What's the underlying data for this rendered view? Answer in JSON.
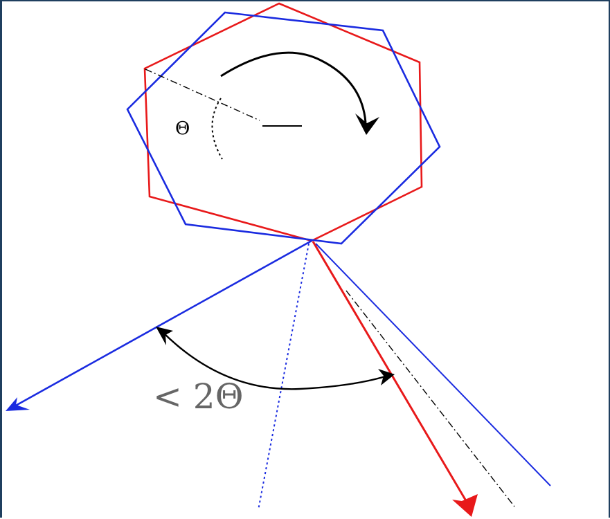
{
  "diagram": {
    "theta_label": "Θ",
    "angle_label": "< 2Θ",
    "colors": {
      "original": "#e8191a",
      "rotated": "#1a2be0",
      "annotation": "#000000",
      "label_gray": "#666666"
    },
    "shapes": [
      {
        "name": "original-hexagon",
        "color": "original",
        "shape": "hexagon"
      },
      {
        "name": "rotated-hexagon",
        "color": "rotated",
        "shape": "hexagon",
        "rotation": "theta"
      }
    ]
  }
}
